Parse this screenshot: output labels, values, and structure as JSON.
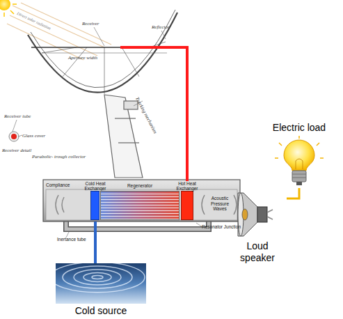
{
  "diagram": {
    "nodes": [
      {
        "text": [
          "Parabolic- trough collector"
        ]
      },
      {
        "text": [
          "Cold Heat Exchanger"
        ]
      },
      {
        "text": [
          "Regenerator"
        ]
      },
      {
        "text": [
          "Hot Heat Exchanger"
        ]
      },
      {
        "text": [
          "Loud speaker"
        ]
      },
      {
        "text": [
          "Electric load"
        ]
      },
      {
        "text": [
          "Cold source"
        ]
      }
    ],
    "edges": [
      {
        "from": 0,
        "to": 3,
        "arrow": "none"
      },
      {
        "from": 1,
        "to": 6,
        "arrow": "none"
      },
      {
        "from": 4,
        "to": 5,
        "arrow": "none"
      }
    ],
    "labels": [
      "Direct solar radiation",
      "Receiver",
      "Reflector",
      "Aperture width",
      "Tracking mechanism",
      "Receiver tube",
      "Glass cover",
      "Receiver detail",
      "Compliance",
      "Acoustic Pressure Waves",
      "Inertance tube",
      "Resonator Junction"
    ]
  }
}
